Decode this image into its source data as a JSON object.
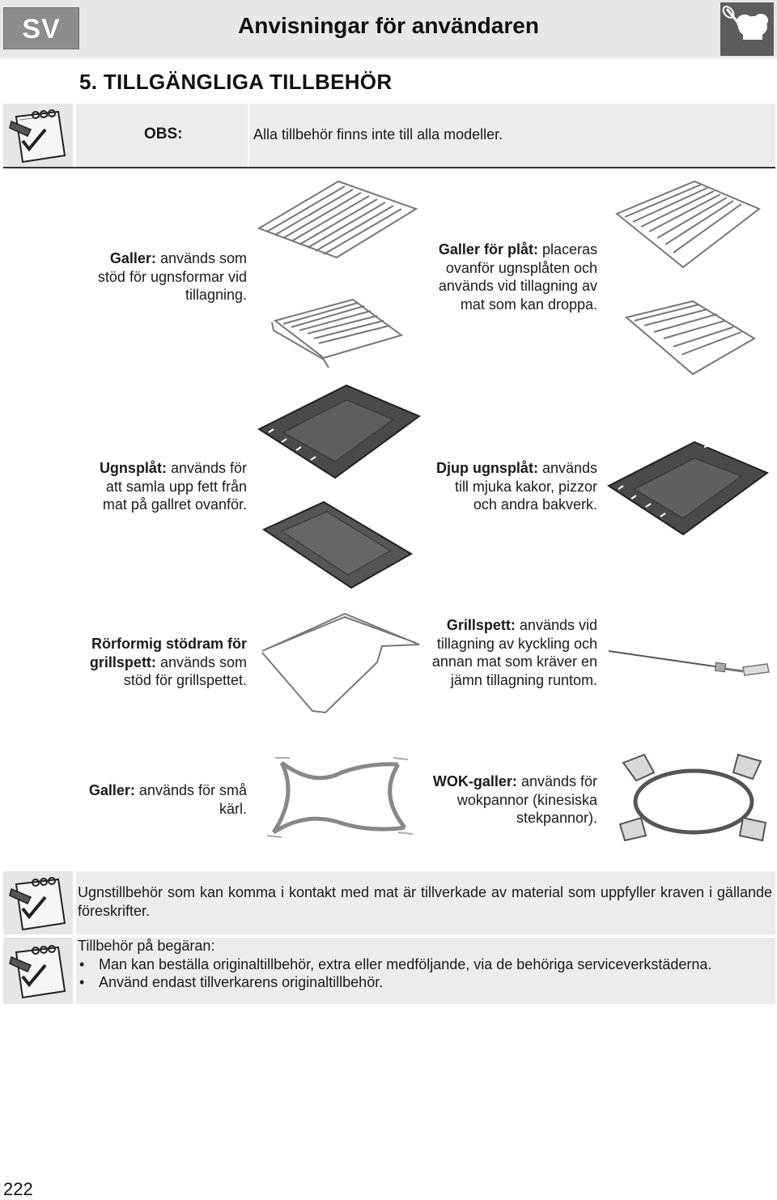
{
  "header": {
    "lang_badge": "SV",
    "title": "Anvisningar för användaren",
    "logo_icon": "chef-hat-whisk-icon"
  },
  "section": {
    "title": "5. TILLGÄNGLIGA TILLBEHÖR"
  },
  "obs_note": {
    "label": "OBS:",
    "text": "Alla tillbehör finns inte till alla modeller.",
    "icon": "notepad-check-icon"
  },
  "accessories": [
    {
      "name": "Galler:",
      "desc": " används som stöd för ugnsformar vid tillagning.",
      "icon": "oven-rack-icon"
    },
    {
      "name": "Galler för plåt:",
      "desc": " placeras ovanför ugnsplåten och används vid tillagning av mat som kan droppa.",
      "icon": "tray-rack-icon"
    },
    {
      "name": "Ugnsplåt:",
      "desc": " används för att samla upp fett från mat på gallret ovanför.",
      "icon": "drip-tray-icon"
    },
    {
      "name": "Djup ugnsplåt:",
      "desc": " används till mjuka kakor, pizzor och andra bakverk.",
      "icon": "deep-tray-icon"
    },
    {
      "name": "Rörformig stödram för grillspett:",
      "desc": " används som stöd för grillspettet.",
      "icon": "spit-frame-icon"
    },
    {
      "name": "Grillspett:",
      "desc": " används vid tillagning av kyckling och annan mat som kräver en jämn tillagning runtom.",
      "icon": "rotisserie-spit-icon"
    },
    {
      "name": "Galler:",
      "desc": " används för små kärl.",
      "icon": "small-pan-grid-icon"
    },
    {
      "name": "WOK-galler:",
      "desc": " används för wokpannor (kinesiska stekpannor).",
      "icon": "wok-grid-icon"
    }
  ],
  "food_contact_note": {
    "text": "Ugnstillbehör som kan komma i kontakt med mat är tillverkade av material som uppfyller kraven i gällande föreskrifter."
  },
  "on_request_note": {
    "intro": "Tillbehör på begäran:",
    "bullets": [
      "Man kan beställa originaltillbehör, extra eller medföljande, via de behöriga serviceverkstäderna.",
      "Använd endast tillverkarens originaltillbehör."
    ]
  },
  "footer": {
    "page_number": "222"
  },
  "colors": {
    "header_bg": "#e7e7e7",
    "badge_bg": "#8d8d8d",
    "note_bg": "#ececec",
    "logo_bg": "#5c5c5c"
  }
}
